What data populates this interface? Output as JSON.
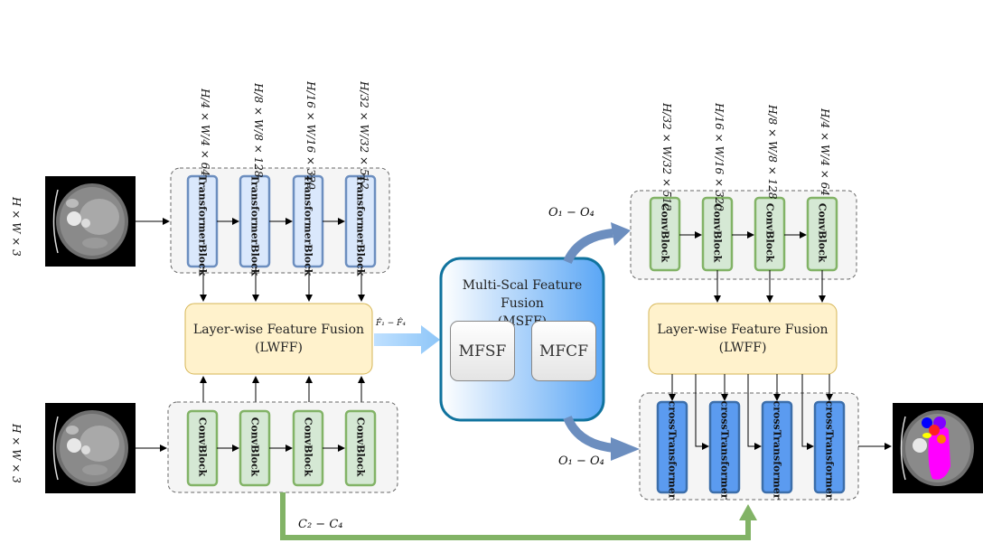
{
  "input_size_labels": [
    "H × W × 3",
    "H × W × 3"
  ],
  "encoder_top": {
    "block_label": "TransformerBlock",
    "dims": [
      {
        "h": "H",
        "hd": "4",
        "w": "W",
        "wd": "4",
        "c": "× 64"
      },
      {
        "h": "H",
        "hd": "8",
        "w": "W",
        "wd": "8",
        "c": "× 128"
      },
      {
        "h": "H",
        "hd": "16",
        "w": "W",
        "wd": "16",
        "c": "× 320"
      },
      {
        "h": "H",
        "hd": "32",
        "w": "W",
        "wd": "32",
        "c": "× 512"
      }
    ]
  },
  "encoder_bottom": {
    "block_label": "ConvBlock"
  },
  "lwff_left": {
    "line1": "Layer-wise Feature Fusion",
    "line2": "(LWFF)"
  },
  "f_label": "F̂₁ − F̂₄",
  "msff": {
    "line1": "Multi-Scal Feature Fusion",
    "line2": "(MSFF)",
    "mfsf": "MFSF",
    "mfcf": "MFCF"
  },
  "o_label_top": "O₁ − O₄",
  "o_label_bottom": "O₁ − O₄",
  "c_label": "C₂ − C₄",
  "decoder_top": {
    "block_label": "ConvBlock",
    "dims": [
      {
        "h": "H",
        "hd": "32",
        "w": "W",
        "wd": "32",
        "c": "× 512"
      },
      {
        "h": "H",
        "hd": "16",
        "w": "W",
        "wd": "16",
        "c": "× 320"
      },
      {
        "h": "H",
        "hd": "8",
        "w": "W",
        "wd": "8",
        "c": "× 128"
      },
      {
        "h": "H",
        "hd": "4",
        "w": "W",
        "wd": "4",
        "c": "× 64"
      }
    ]
  },
  "lwff_right": {
    "line1": "Layer-wise Feature Fusion",
    "line2": "(LWFF)"
  },
  "cross_block_label": "crossTransformer",
  "colors": {
    "transformer_fill": "#dae8fc",
    "transformer_border": "#6c8ebf",
    "conv_fill": "#d5e8d4",
    "conv_border": "#82b366",
    "fusion_fill": "#fff2cc",
    "fusion_border": "#d6b656",
    "cross_fill": "#5b9bf0",
    "cross_border": "#3c6eaa",
    "msff_border": "#10739e",
    "skip_green": "#82b366",
    "arrow_blue": "#6c8ebf"
  },
  "icons": {
    "input_image": "ct-scan-image",
    "output_image": "segmentation-mask-image"
  }
}
